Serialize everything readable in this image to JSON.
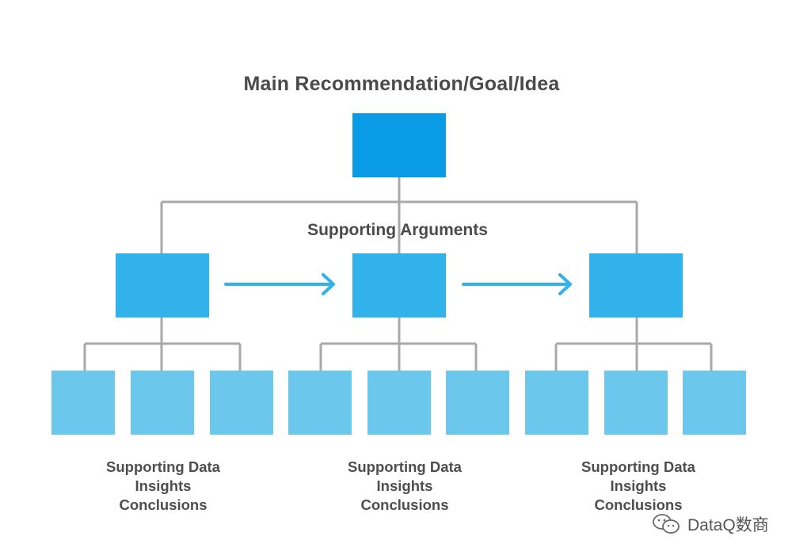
{
  "diagram": {
    "title": "Main Recommendation/Goal/Idea",
    "subtitle": "Supporting Arguments",
    "groups": [
      {
        "label_lines": [
          "Supporting Data",
          "Insights",
          "Conclusions"
        ]
      },
      {
        "label_lines": [
          "Supporting Data",
          "Insights",
          "Conclusions"
        ]
      },
      {
        "label_lines": [
          "Supporting Data",
          "Insights",
          "Conclusions"
        ]
      }
    ],
    "colors": {
      "top_box": "#0a9be6",
      "middle_box": "#31b2ea",
      "leaf_box": "#6cc7ec",
      "arrow": "#31b2ea",
      "connector": "#a9a9a9",
      "text": "#4a4a4a"
    }
  },
  "watermark": {
    "icon": "wechat-icon",
    "text": "DataQ数商"
  }
}
